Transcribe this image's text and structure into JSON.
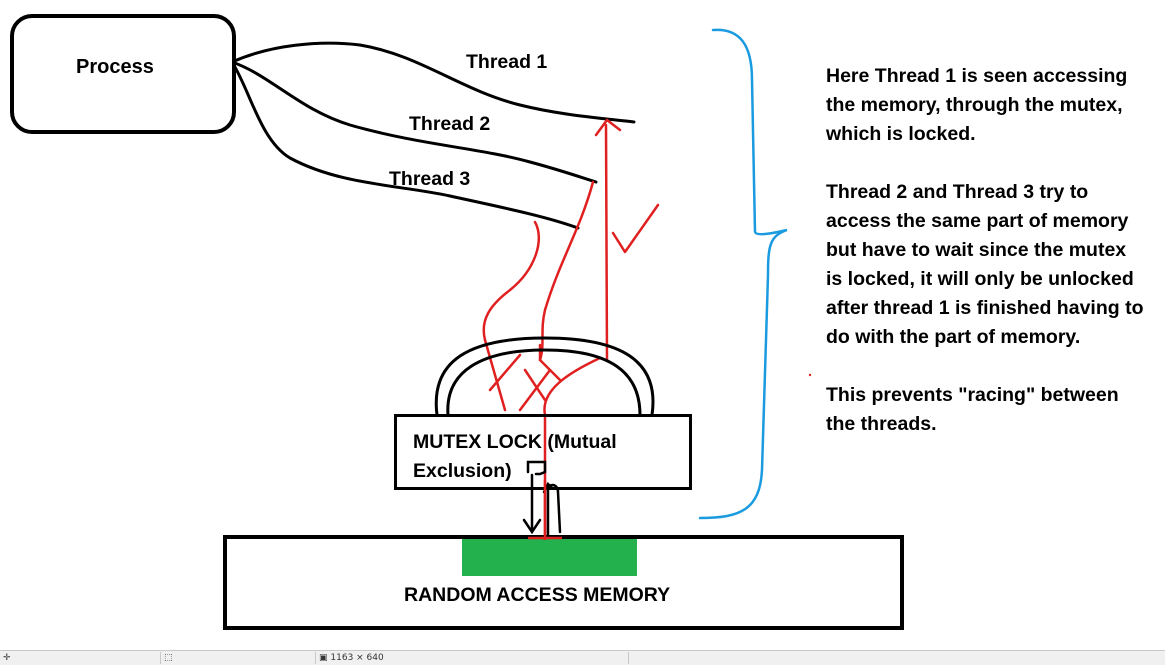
{
  "diagram": {
    "process_label": "Process",
    "threads": [
      "Thread 1",
      "Thread 2",
      "Thread 3"
    ],
    "mutex_label": "MUTEX LOCK (Mutual\nExclusion)",
    "memory_label": "RANDOM ACCESS MEMORY",
    "explanation": [
      "Here Thread 1 is seen accessing the memory, through the mutex, which is locked.",
      "Thread 2 and Thread 3 try to access the same part of memory but have to wait since the mutex is locked, it will only be unlocked after thread 1 is finished having to do with the part of memory.",
      "This prevents \"racing\" between the threads."
    ],
    "colors": {
      "outline": "#000000",
      "thread_path": "#e02020",
      "brace": "#1a9be0",
      "memory_block": "#22b14c"
    }
  },
  "statusbar": {
    "dimensions": "1163 × 640"
  }
}
